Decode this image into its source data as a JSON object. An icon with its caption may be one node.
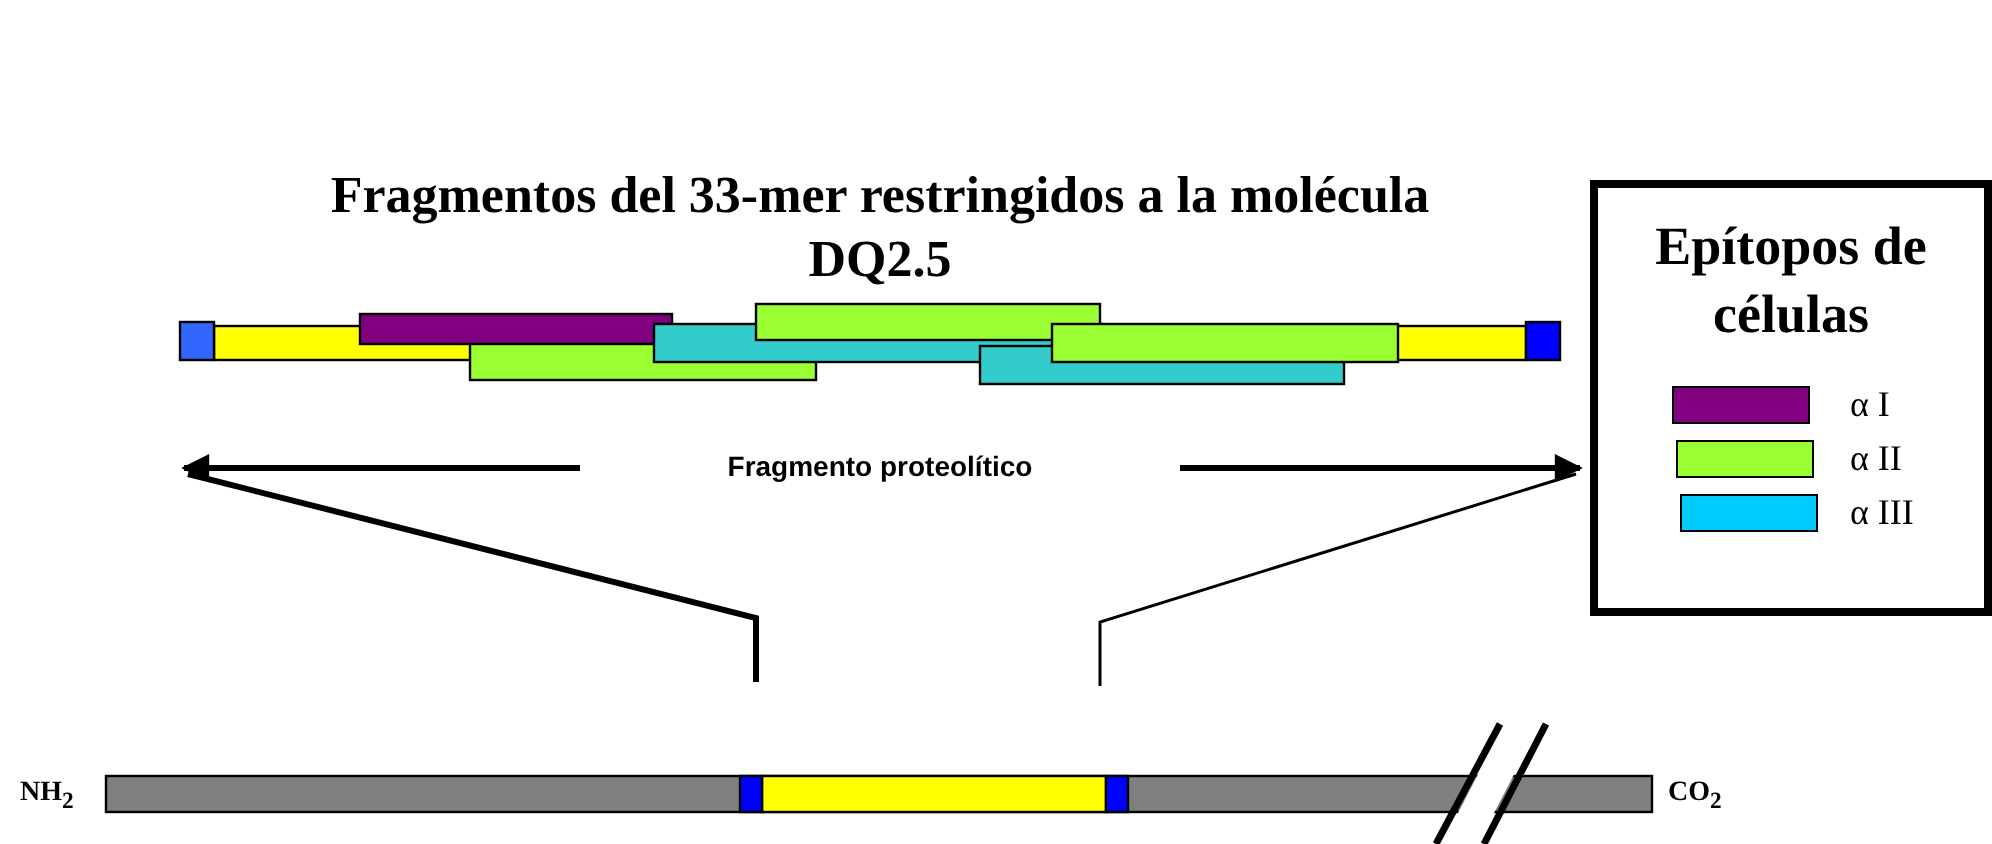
{
  "diagram": {
    "title": "Fragmentos del 33-mer restringidos a la molécula DQ2.5",
    "labels": [
      "Fragmento proteolítico",
      "Epítopos de células",
      "NH$_{2}$",
      "CO$_{2}$"
    ],
    "legend": [
      {
        "text": "α I",
        "color": "#800080"
      },
      {
        "text": "α II",
        "color": "#99ff33"
      },
      {
        "text": "α III",
        "color": "#00ccff"
      }
    ]
  }
}
